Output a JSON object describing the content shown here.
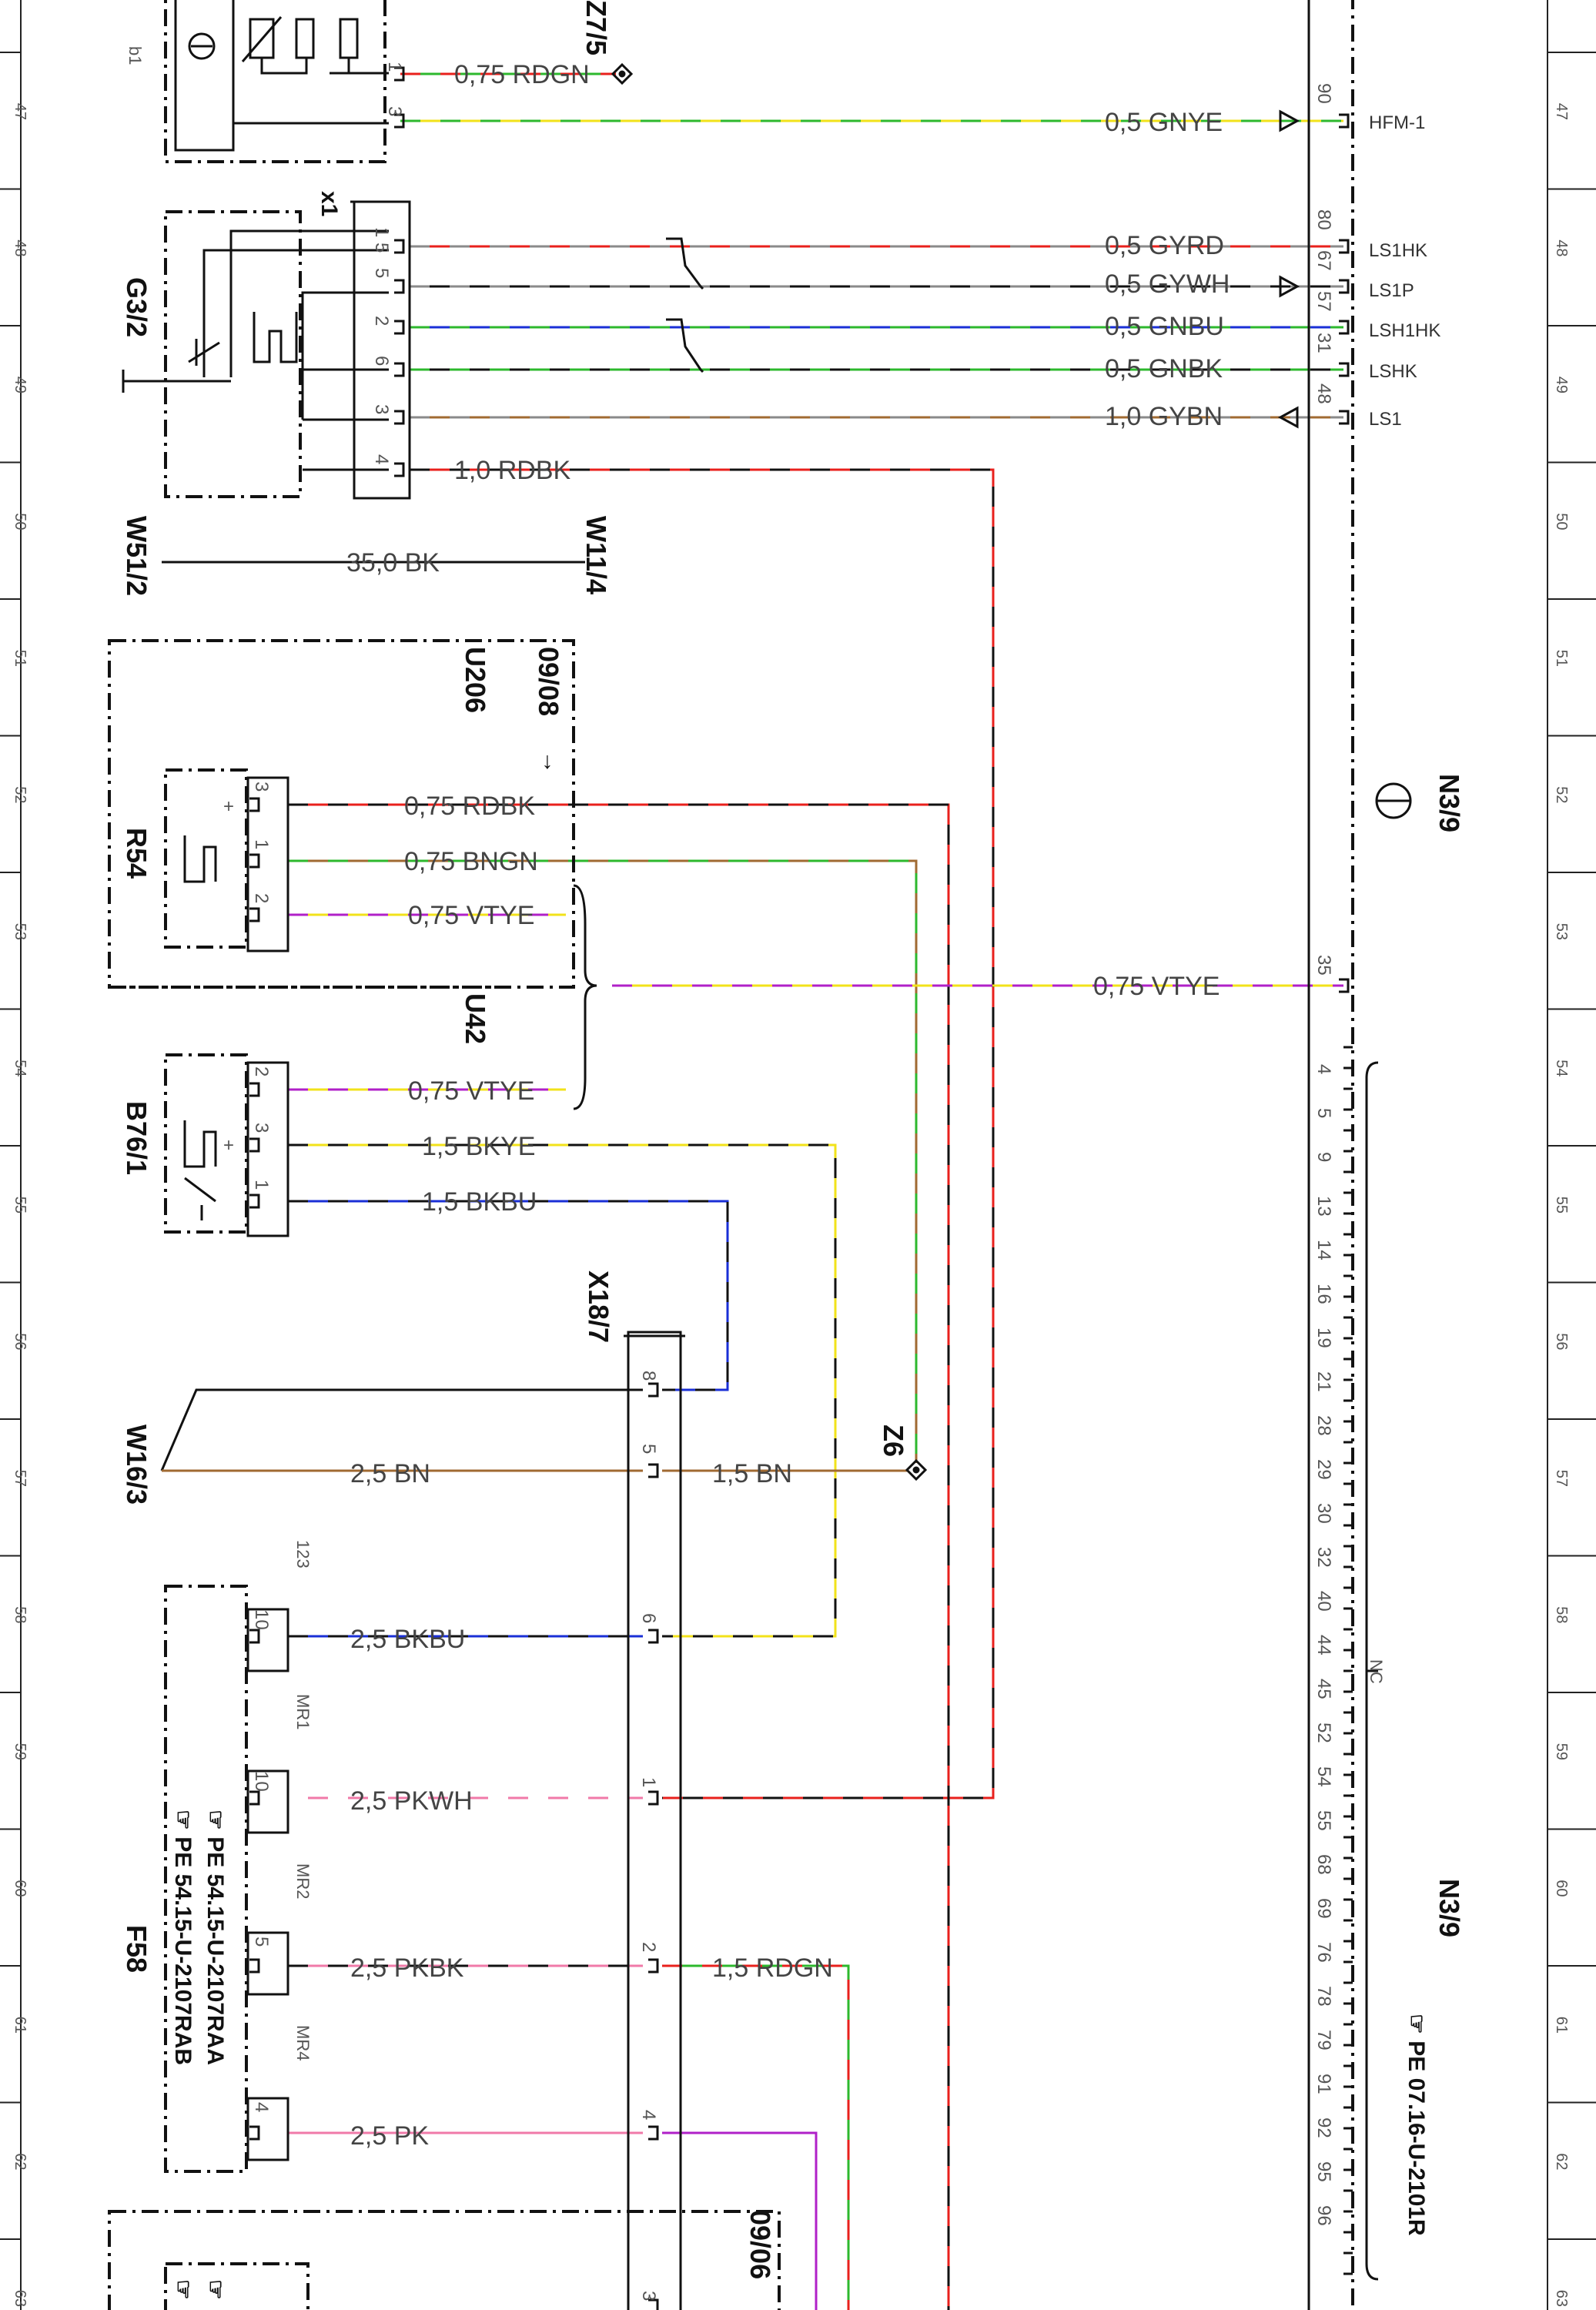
{
  "row_numbers": [
    "47",
    "48",
    "49",
    "50",
    "51",
    "52",
    "53",
    "54",
    "55",
    "56",
    "57",
    "58",
    "59",
    "60",
    "61",
    "62",
    "63"
  ],
  "components": {
    "b1": "b1",
    "x1": "x1",
    "g3_2": "G3/2",
    "w51_2": "W51/2",
    "w11_4": "W11/4",
    "u206": "U206",
    "date_0908": "09/08",
    "r54": "R54",
    "u42": "U42",
    "b76_1": "B76/1",
    "x18_7": "X18/7",
    "w16_3": "W16/3",
    "z6": "Z6",
    "z7_5": "Z7/5",
    "n3_9_top": "N3/9",
    "n3_9_bottom": "N3/9",
    "f58": "F58",
    "n123": "123",
    "mr1": "MR1",
    "mr2": "MR2",
    "mr4": "MR4",
    "date_0906": "09/06",
    "nc": "NC"
  },
  "wires": {
    "rdgn_075": "0,75 RDGN",
    "gnye_05": "0,5 GNYE",
    "gyrd_05": "0,5 GYRD",
    "gywh_05": "0,5 GYWH",
    "gnbu_05": "0,5 GNBU",
    "gnbk_05": "0,5 GNBK",
    "gybn_10": "1,0 GYBN",
    "rdbk_10": "1,0 RDBK",
    "bk_350": "35,0 BK",
    "rdbk_075": "0,75 RDBK",
    "bngn_075": "0,75 BNGN",
    "vtye_075_a": "0,75 VTYE",
    "vtye_075_b": "0,75 VTYE",
    "vtye_075_c": "0,75 VTYE",
    "bkye_15": "1,5 BKYE",
    "bkbu_15": "1,5 BKBU",
    "bn_25": "2,5 BN",
    "bn_15": "1,5 BN",
    "bkbu_25": "2,5 BKBU",
    "pkwh_25": "2,5 PKWH",
    "pkbk_25": "2,5 PKBK",
    "rdgn_15": "1,5 RDGN",
    "pk_25": "2,5 PK"
  },
  "signals": {
    "hfm1": "HFM-1",
    "ls1hk": "LS1HK",
    "ls1p": "LS1P",
    "lsh1hk": "LSH1HK",
    "lshk": "LSHK",
    "ls1": "LS1"
  },
  "n3_pins": {
    "p90": "90",
    "p80": "80",
    "p67": "67",
    "p57": "57",
    "p31": "31",
    "p48": "48",
    "p35": "35"
  },
  "nc_pins": [
    "4",
    "5",
    "9",
    "13",
    "14",
    "16",
    "19",
    "21",
    "28",
    "29",
    "30",
    "32",
    "40",
    "44",
    "45",
    "52",
    "54",
    "55",
    "68",
    "69",
    "76",
    "78",
    "79",
    "91",
    "92",
    "95",
    "96"
  ],
  "references": {
    "pe_1": "PE 54.15-U-2107RAA",
    "pe_2": "PE 54.15-U-2107RAB",
    "pe_3": "PE 07.16-U-2101R"
  },
  "colors": {
    "red": "#e8201c",
    "green": "#2db82d",
    "yellow": "#f2e21a",
    "blue": "#1a2fd6",
    "black": "#111111",
    "gray": "#8a8a8a",
    "brown": "#a06a32",
    "violet": "#b020c8",
    "pink": "#f07aa8",
    "white": "#ffffff"
  }
}
